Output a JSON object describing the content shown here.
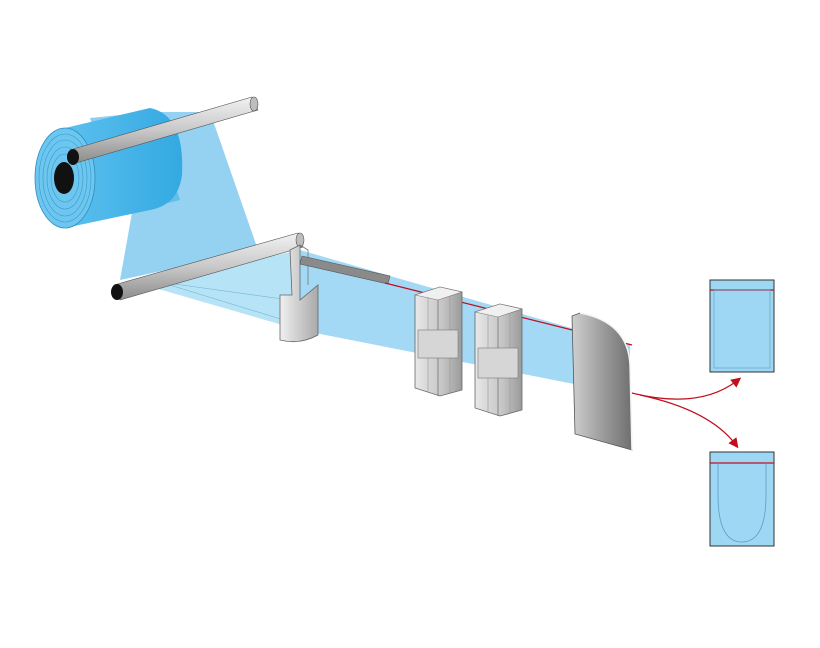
{
  "diagram": {
    "colors": {
      "film_dark": "#3fb0e6",
      "film_light": "#8fd0f0",
      "film_pale": "#a8dcf4",
      "seal_line": "#c00f1e",
      "steel_light": "#ececec",
      "steel_mid": "#bdbdbd",
      "steel_dark": "#8a8a8a",
      "outline": "#555555",
      "bag_border": "#333333"
    },
    "components": [
      {
        "id": "film-roll",
        "icon": "film-roll-icon"
      },
      {
        "id": "upper-guide-roller",
        "icon": "roller-icon"
      },
      {
        "id": "lower-guide-roller",
        "icon": "roller-icon"
      },
      {
        "id": "folding-plate",
        "icon": "folding-plate-icon"
      },
      {
        "id": "seal-bar",
        "icon": "seal-bar-icon"
      },
      {
        "id": "sealing-jaw-1",
        "icon": "sealing-jaw-icon"
      },
      {
        "id": "sealing-jaw-2",
        "icon": "sealing-jaw-icon"
      },
      {
        "id": "cutting-knife",
        "icon": "knife-icon"
      }
    ],
    "outputs": [
      {
        "id": "flat-bag",
        "icon": "flat-bag-icon"
      },
      {
        "id": "round-bottom-bag",
        "icon": "round-bottom-bag-icon"
      }
    ]
  }
}
